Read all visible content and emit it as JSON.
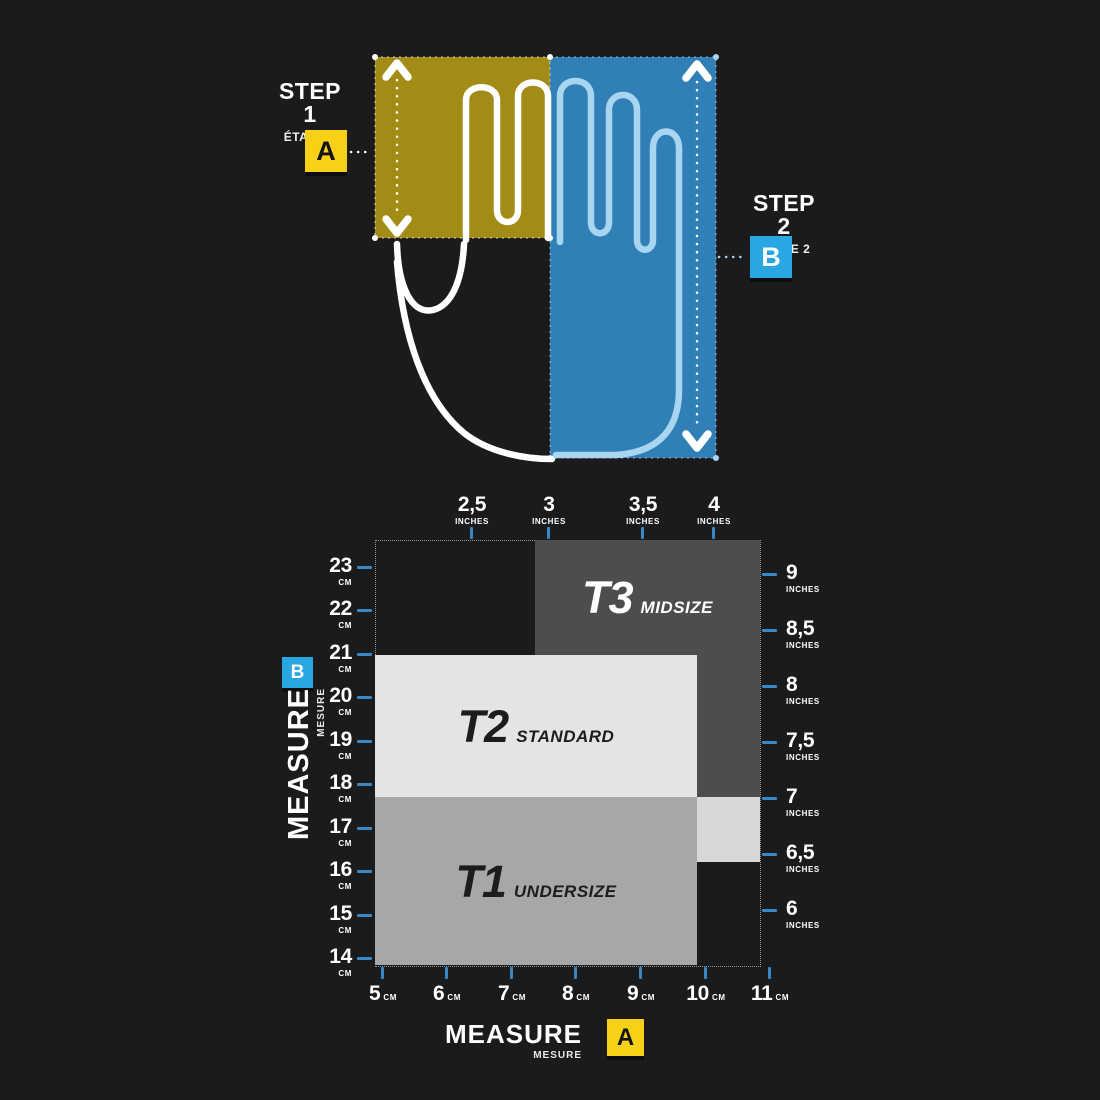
{
  "steps": {
    "step1": {
      "title": "STEP 1",
      "subtitle": "ÉTAPE 1",
      "badge": "A"
    },
    "step2": {
      "title": "STEP 2",
      "subtitle": "ÉTAPE 2",
      "badge": "B"
    }
  },
  "measure_b": {
    "label": "MEASURE",
    "sublabel": "MESURE",
    "badge": "B"
  },
  "measure_a": {
    "label": "MEASURE",
    "sublabel": "MESURE",
    "badge": "A"
  },
  "colors": {
    "background": "#1b1b1b",
    "accent_yellow": "#f7d117",
    "accent_blue": "#2aa7e2",
    "tick_blue": "#3a87c6",
    "hand_outline_white": "#ffffff",
    "hand_outline_light_blue": "#a8d5f0",
    "width_overlay_yellow": "rgba(247,209,23,0.62)",
    "length_overlay_blue": "rgba(52,144,210,0.85)",
    "t1_fill": "#a7a7a7",
    "t2_fill": "#e4e4e4",
    "t2_ext_fill": "#d8d8d8",
    "t3_fill": "#4d4d4d"
  },
  "chart_data": {
    "type": "table",
    "top_axis": {
      "unit": "INCHES",
      "labels": [
        "2,5",
        "3",
        "3,5",
        "4"
      ]
    },
    "bottom_axis": {
      "unit": "CM",
      "labels": [
        "5",
        "6",
        "7",
        "8",
        "9",
        "10",
        "11"
      ]
    },
    "left_axis": {
      "unit": "CM",
      "labels": [
        "23",
        "22",
        "21",
        "20",
        "19",
        "18",
        "17",
        "16",
        "15",
        "14"
      ]
    },
    "right_axis": {
      "unit": "INCHES",
      "labels": [
        "9",
        "8,5",
        "8",
        "7,5",
        "7",
        "6,5",
        "6"
      ]
    },
    "sizes": [
      {
        "code": "T1",
        "name": "UNDERSIZE",
        "hand_length_cm": [
          14,
          17.5
        ],
        "hand_width_cm": [
          5,
          9.8
        ]
      },
      {
        "code": "T2",
        "name": "STANDARD",
        "hand_length_cm": [
          17.5,
          21
        ],
        "hand_width_cm": [
          5,
          9.8
        ]
      },
      {
        "code": "T3",
        "name": "MIDSIZE",
        "hand_length_cm": [
          17.5,
          23.5
        ],
        "hand_width_cm": [
          7.5,
          11
        ]
      }
    ],
    "legend_position": "none",
    "grid": false
  }
}
